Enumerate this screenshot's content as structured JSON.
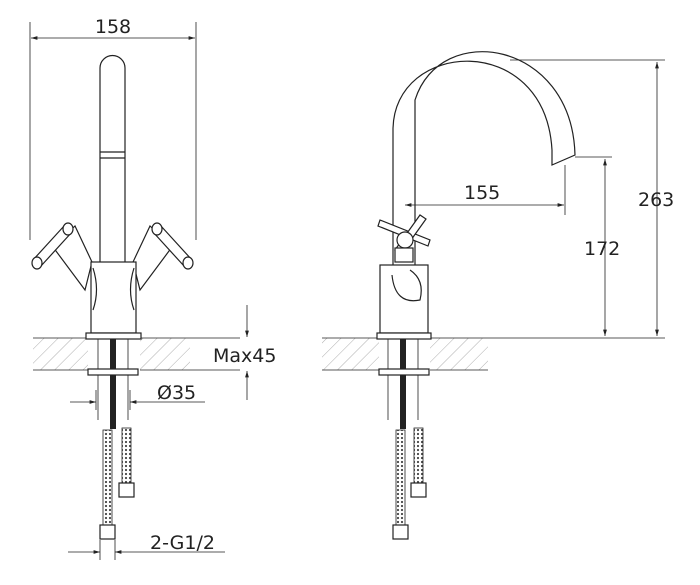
{
  "title": "Basin mixer technical drawing",
  "dimensions": {
    "width": "158",
    "max_thickness": "Max45",
    "hole_diameter": "Ø35",
    "connection": "2-G1/2",
    "spout_reach": "155",
    "spout_height": "172",
    "total_height": "263"
  },
  "colors": {
    "line": "#222222",
    "hatch": "#999999"
  }
}
